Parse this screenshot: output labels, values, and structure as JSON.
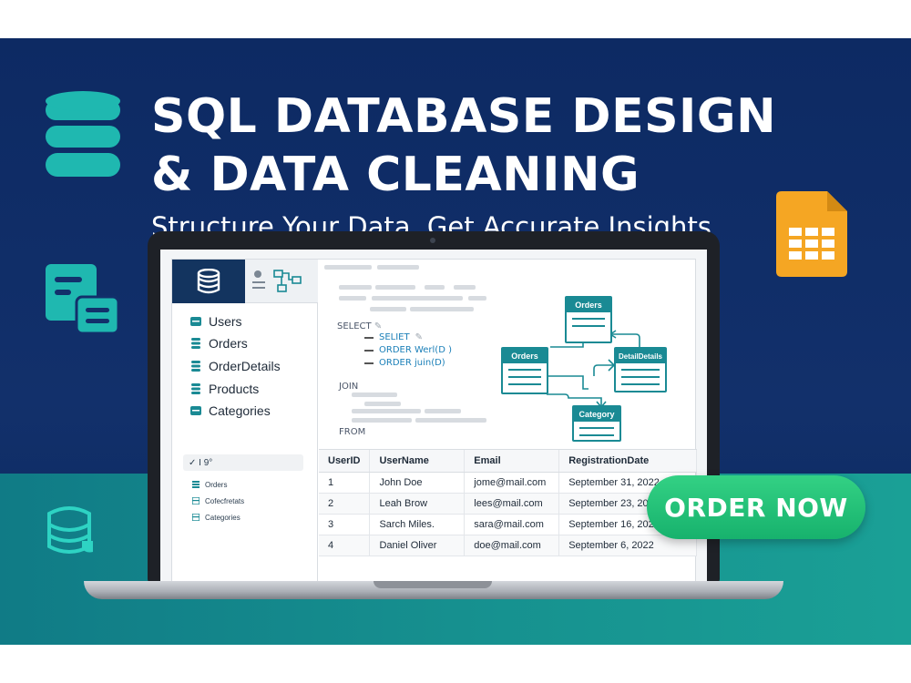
{
  "hero": {
    "title_line1": "SQL DATABASE DESIGN",
    "title_line2": "& DATA CLEANING",
    "subtitle": "Structure Your Data, Get Accurate Insights"
  },
  "colors": {
    "navy": "#12306b",
    "teal": "#16908f",
    "accent_green": "#17b26d",
    "icon_teal": "#1fb8b0",
    "sheet_orange": "#f5a623"
  },
  "sidebar": {
    "items": [
      {
        "label": "Users",
        "icon": "table-icon"
      },
      {
        "label": "Orders",
        "icon": "database-icon"
      },
      {
        "label": "OrderDetails",
        "icon": "database-icon"
      },
      {
        "label": "Products",
        "icon": "database-icon"
      },
      {
        "label": "Categories",
        "icon": "table-icon"
      }
    ],
    "check_label": "✓ I 9°",
    "small_items": [
      {
        "label": "Orders"
      },
      {
        "label": "Cofecfretats"
      },
      {
        "label": "Categories"
      }
    ]
  },
  "sql": {
    "select": "SELECT",
    "select_suffix": "✎",
    "line1": "SELIET",
    "line1_suffix": "✎",
    "line2": "ORDER Werl(D )",
    "line3": "ORDER juin(D)",
    "join": "JOIN",
    "from": "FROM"
  },
  "diagram": {
    "entities": [
      "Orders",
      "Orders",
      "DetailDetails",
      "Category"
    ]
  },
  "table": {
    "columns": [
      "UserID",
      "UserName",
      "Email",
      "RegistrationDate"
    ],
    "rows": [
      [
        "1",
        "John Doe",
        "jome@mail.com",
        "September 31, 2022"
      ],
      [
        "2",
        "Leah Brow",
        "lees@mail.com",
        "September 23, 2022"
      ],
      [
        "3",
        "Sarch Miles.",
        "sara@mail.com",
        "September 16, 2022"
      ],
      [
        "4",
        "Daniel Oliver",
        "doe@mail.com",
        "September 6, 2022"
      ]
    ]
  },
  "cta": {
    "label": "ORDER NOW"
  }
}
